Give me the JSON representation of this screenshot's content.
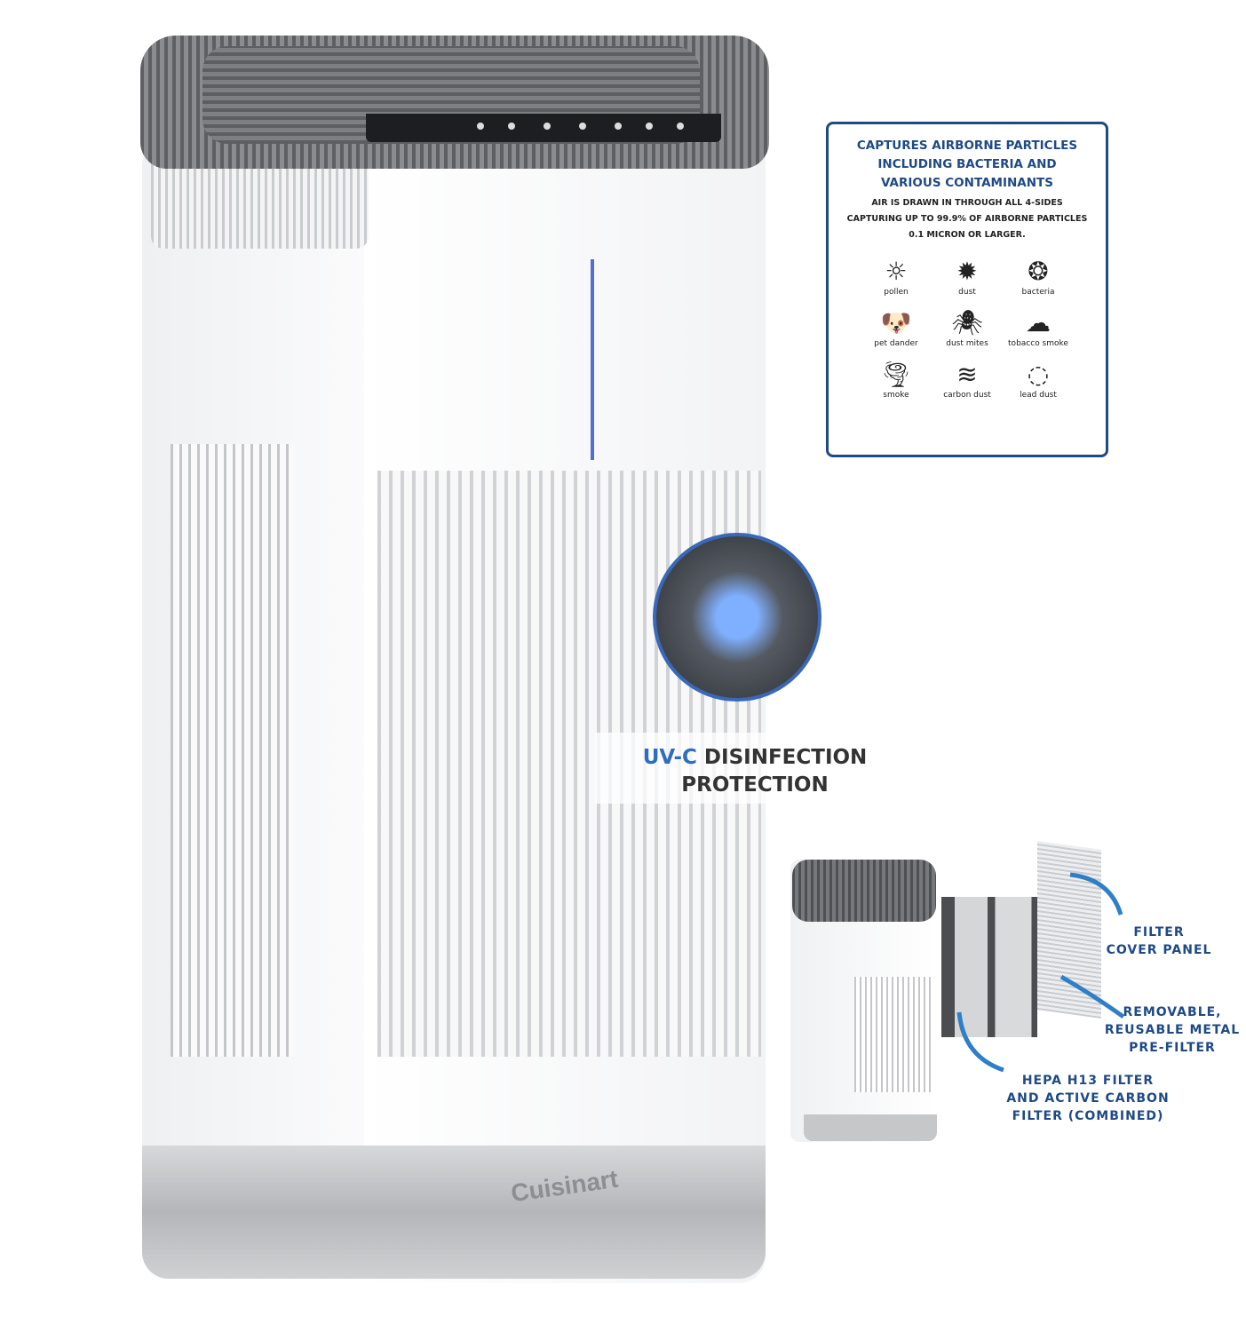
{
  "brand": "Cuisinart",
  "uv": {
    "highlight": "UV-C",
    "line1_rest": " DISINFECTION",
    "line2": "PROTECTION"
  },
  "info": {
    "title": "CAPTURES AIRBORNE PARTICLES INCLUDING BACTERIA AND VARIOUS CONTAMINANTS",
    "line1": "AIR IS DRAWN IN THROUGH ALL 4-SIDES",
    "line2": "CAPTURING UP TO 99.9% OF AIRBORNE PARTICLES",
    "line3": "0.1 MICRON OR LARGER.",
    "icons": [
      {
        "label": "pollen",
        "icon": "pollen-icon",
        "glyph": "☼"
      },
      {
        "label": "dust",
        "icon": "dust-icon",
        "glyph": "✹"
      },
      {
        "label": "bacteria",
        "icon": "bacteria-icon",
        "glyph": "❂"
      },
      {
        "label": "pet dander",
        "icon": "pet-icon",
        "glyph": "🐶"
      },
      {
        "label": "dust mites",
        "icon": "mite-icon",
        "glyph": "🕷"
      },
      {
        "label": "tobacco smoke",
        "icon": "cigarette-icon",
        "glyph": "☁"
      },
      {
        "label": "smoke",
        "icon": "smoke-icon",
        "glyph": "🌪"
      },
      {
        "label": "carbon dust",
        "icon": "carbon-dust-icon",
        "glyph": "≋"
      },
      {
        "label": "lead dust",
        "icon": "lead-dust-icon",
        "glyph": "◌"
      }
    ]
  },
  "callouts": {
    "cover": [
      "FILTER",
      "COVER PANEL"
    ],
    "prefilter": [
      "REMOVABLE,",
      "REUSABLE METAL",
      "PRE-FILTER"
    ],
    "hepa": [
      "HEPA H13 FILTER",
      "AND ACTIVE CARBON",
      "FILTER (COMBINED)"
    ]
  },
  "colors": {
    "accent": "#1f4a86",
    "arrow": "#2f7fc7",
    "uv": "#2f6dbf"
  }
}
